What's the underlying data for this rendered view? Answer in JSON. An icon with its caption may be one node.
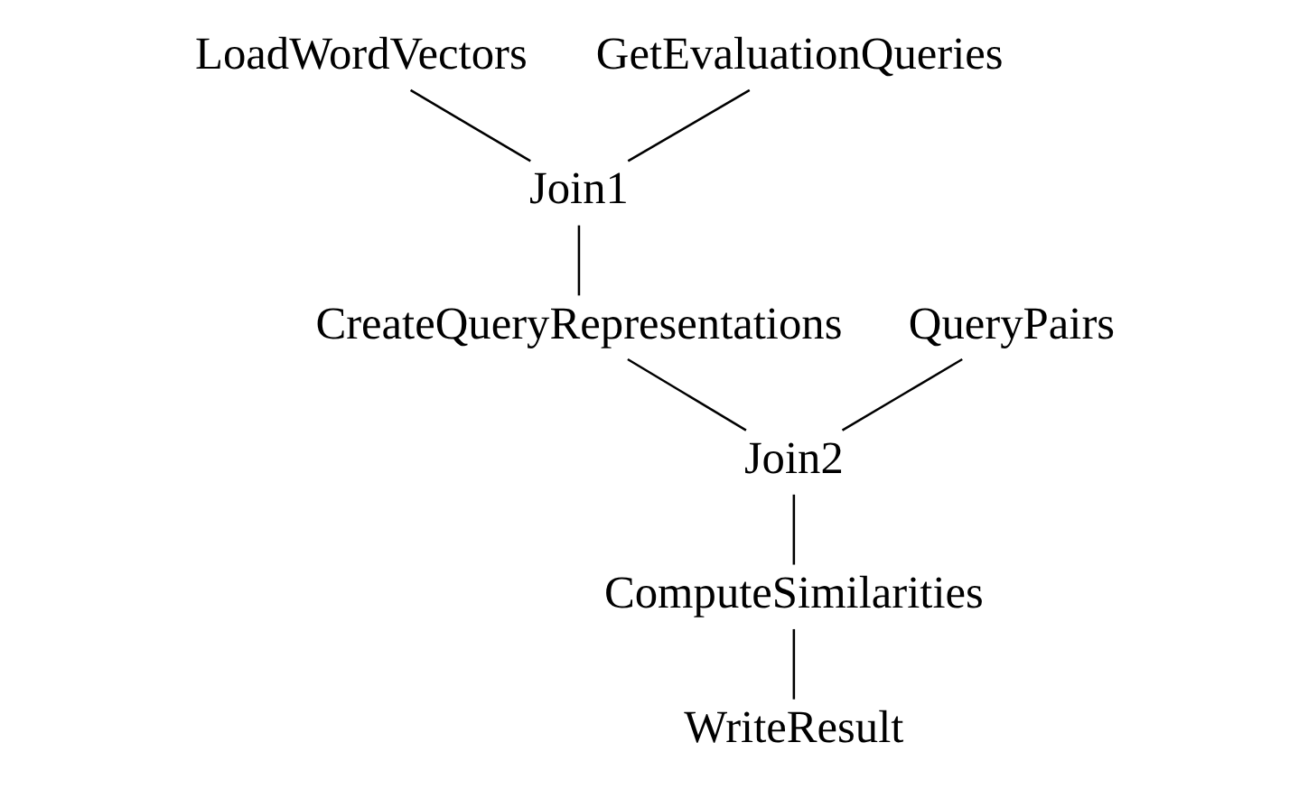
{
  "diagram": {
    "nodes": [
      {
        "text": [
          "LoadWordVectors"
        ]
      },
      {
        "text": [
          "GetEvaluationQueries"
        ]
      },
      {
        "text": [
          "Join1"
        ]
      },
      {
        "text": [
          "CreateQueryRepresentations"
        ]
      },
      {
        "text": [
          "QueryPairs"
        ]
      },
      {
        "text": [
          "Join2"
        ]
      },
      {
        "text": [
          "ComputeSimilarities"
        ]
      },
      {
        "text": [
          "WriteResult"
        ]
      }
    ],
    "edges": [
      {
        "from": 0,
        "to": 2,
        "arrow": "none"
      },
      {
        "from": 1,
        "to": 2,
        "arrow": "none"
      },
      {
        "from": 2,
        "to": 3,
        "arrow": "none"
      },
      {
        "from": 3,
        "to": 5,
        "arrow": "none"
      },
      {
        "from": 4,
        "to": 5,
        "arrow": "none"
      },
      {
        "from": 5,
        "to": 6,
        "arrow": "none"
      },
      {
        "from": 6,
        "to": 7,
        "arrow": "none"
      }
    ]
  }
}
